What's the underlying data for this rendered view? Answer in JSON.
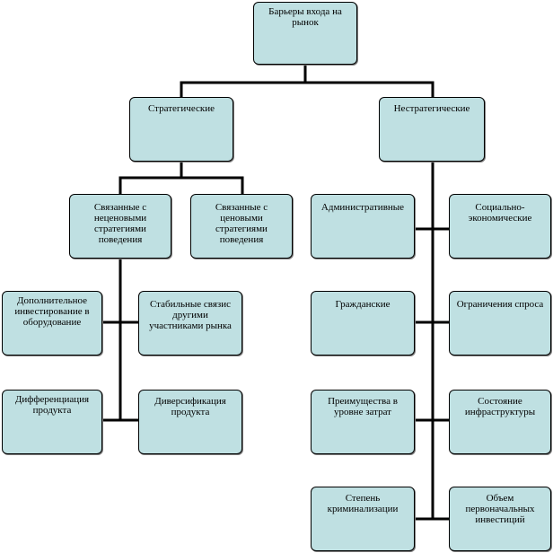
{
  "diagram": {
    "root": "Барьеры входа на\nрынок",
    "strategic": "Стратегические",
    "nonstrategic": "Нестратегические",
    "strategic_children": {
      "non_price": "Связанные с\nнеценовыми\nстратегиями\nповедения",
      "price": "Связанные с\nценовыми\nстратегиями\nповедения"
    },
    "non_price_children": {
      "investment": "Дополнительное\nинвестирование в\nоборудование",
      "stable_ties": "Стабильные связис\nдругими\nучастниками рынка",
      "differentiation": "Дифференциация\nпродукта",
      "diversification": "Диверсификация\nпродукта"
    },
    "nonstrategic_children": {
      "administrative": "Административные",
      "socio_economic": "Социально-\nэкономические",
      "civil": "Гражданские",
      "demand_limits": "Ограничения спроса",
      "cost_advantages": "Преимущества в\nуровне затрат",
      "infrastructure": "Состояние\nинфраструктуры",
      "criminalization": "Степень\nкриминализации",
      "initial_investment": "Объем\nпервоначальных\nинвестиций"
    }
  }
}
